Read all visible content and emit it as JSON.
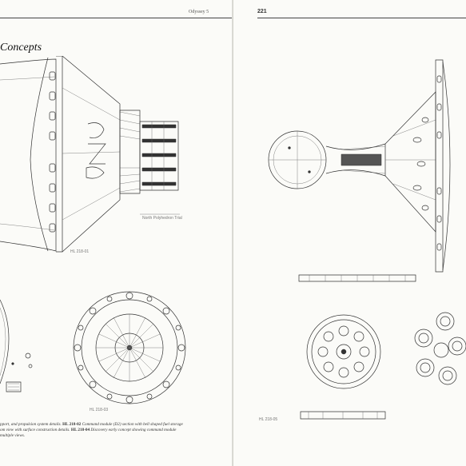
{
  "left_page": {
    "running_head": "Odyssey 5",
    "section_title": "Concepts",
    "figure_labels": {
      "main": "HL 218-01",
      "plan": "HL 218-03",
      "scale_note": "North Polyhedron Trial"
    },
    "caption": {
      "part1": "pport, and propulsion system details. ",
      "ref2": "HL 218-02",
      "part2": " Command module (D2) section with bell shaped fuel storage",
      "part3": "om view with surface construction details. ",
      "ref4": "HL 218-04",
      "part4": " Discovery early concept showing command module",
      "part5": "multiple views."
    }
  },
  "right_page": {
    "folio": "221",
    "figure_labels": {
      "bottom": "HL 218-05"
    }
  }
}
